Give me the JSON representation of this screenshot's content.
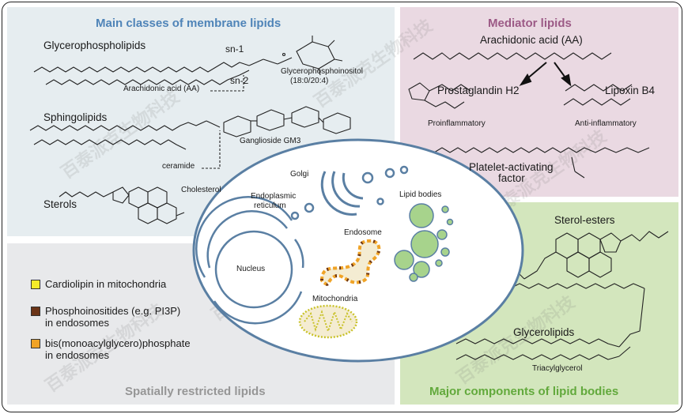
{
  "panels": {
    "membrane": {
      "title": "Main classes of membrane lipids",
      "glycerophospholipids": "Glycerophospholipids",
      "sn1": "sn-1",
      "sn2": "sn-2",
      "glycerophosphoinositol": "Glycerophosphoinositol",
      "glycerophosphoinositol_sub": "(18:0/20:4)",
      "arachidonic_acid": "Arachidonic acid (AA)",
      "sphingolipids": "Sphingolipids",
      "ganglioside": "Ganglioside GM3",
      "ceramide": "ceramide",
      "sterols": "Sterols",
      "cholesterol": "Cholesterol"
    },
    "mediator": {
      "title": "Mediator lipids",
      "arachidonic_acid": "Arachidonic acid (AA)",
      "prostaglandin": "Prostaglandin H2",
      "lipoxin": "Lipoxin B4",
      "proinflammatory": "Proinflammatory",
      "anti_inflammatory": "Anti-inflammatory",
      "paf_line1": "Platelet-activating",
      "paf_line2": "factor"
    },
    "spatial": {
      "title": "Spatially restricted lipids",
      "legend": [
        {
          "color": "#f5ec2a",
          "line1": "Cardiolipin in mitochondria",
          "line2": ""
        },
        {
          "color": "#6b3417",
          "line1": "Phosphoinositides (e.g. PI3P)",
          "line2": "in endosomes"
        },
        {
          "color": "#f0a326",
          "line1": "bis(monoacylglycero)phosphate",
          "line2": "in endosomes"
        }
      ]
    },
    "lipid_bodies": {
      "title": "Major components of lipid bodies",
      "sterol_esters": "Sterol-esters",
      "glycerolipids": "Glycerolipids",
      "triacylglycerol": "Triacylglycerol"
    }
  },
  "cell": {
    "golgi": "Golgi",
    "er_line1": "Endoplasmic",
    "er_line2": "reticulum",
    "lipid_bodies": "Lipid bodies",
    "nucleus": "Nucleus",
    "endosome": "Endosome",
    "mitochondria": "Mitochondria"
  },
  "watermark": "百泰派克生物科技",
  "colors": {
    "membrane_bg": "#e6edf0",
    "mediator_bg": "#ead9e2",
    "spatial_bg": "#e8e9eb",
    "lipid_bodies_bg": "#d3e6bd",
    "cell_outline": "#5a7fa3",
    "lipid_body_fill": "#a7d38c"
  }
}
